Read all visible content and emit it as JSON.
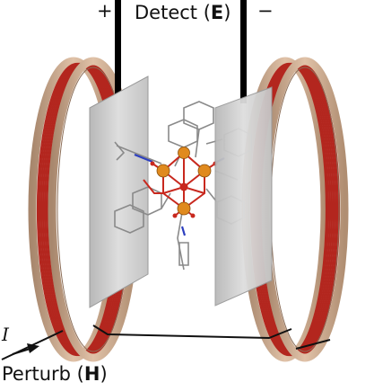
{
  "labels": {
    "plus": "+",
    "minus": "−",
    "detect": "Detect",
    "detect_symbol": "E",
    "current": "I",
    "perturb": "Perturb",
    "perturb_symbol": "H"
  },
  "colors": {
    "coil_wire": "#b3261e",
    "coil_ring": "#c9a488",
    "plate": "#c9c9c9",
    "electrode": "#000000",
    "metal_atom": "#e08a1e",
    "oxygen_atom": "#c8281e",
    "nitrogen_atom": "#2d3fbf",
    "ligand_bond": "#8a8a8a"
  }
}
